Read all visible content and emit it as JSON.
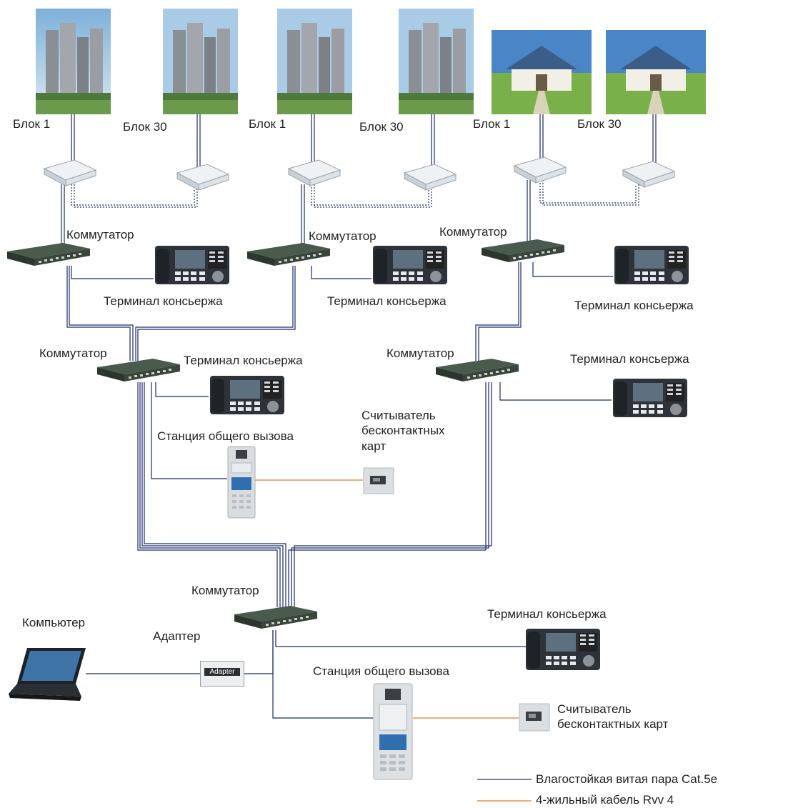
{
  "blocks": [
    {
      "label": "Блок 1",
      "kind": "tower"
    },
    {
      "label": "Блок 30",
      "kind": "tower"
    },
    {
      "label": "Блок 1",
      "kind": "tower"
    },
    {
      "label": "Блок 30",
      "kind": "tower"
    },
    {
      "label": "Блок 1",
      "kind": "villa"
    },
    {
      "label": "Блок 30",
      "kind": "villa"
    }
  ],
  "switches": {
    "label": "Коммутатор"
  },
  "terminals": {
    "label": "Терминал консьержа"
  },
  "call_station": {
    "label": "Станция общего вызова"
  },
  "card_reader": {
    "label_top": "Считыватель\nбесконтактных\nкарт",
    "label_bottom": "Считыватель\nбесконтактных карт"
  },
  "computer": {
    "label": "Компьютер"
  },
  "adapter": {
    "label": "Адаптер",
    "device_text": "Adapter"
  },
  "legend": {
    "items": [
      {
        "label": "Влагостойкая витая пара Cat.5e",
        "color": "#1a2a6c"
      },
      {
        "label": "4-жильный кабель Rvv 4",
        "color": "#e07a2e"
      }
    ]
  },
  "colors": {
    "cat5e": "#1a2a6c",
    "rvv4": "#e07a2e",
    "switch_body": "#3c4a3e"
  }
}
